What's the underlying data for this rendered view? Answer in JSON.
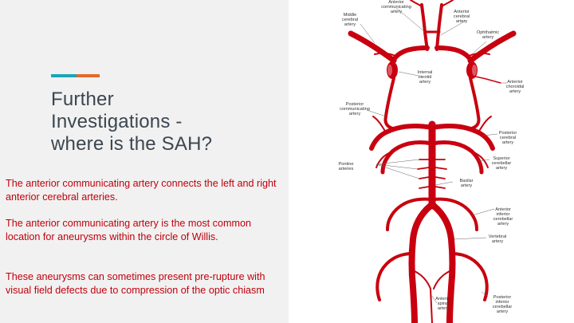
{
  "slide": {
    "title_lines": [
      "Further",
      "Investigations -",
      "where is the SAH?"
    ],
    "paragraphs": [
      "The anterior communicating artery connects the left and right anterior cerebral arteries.",
      "The anterior communicating artery is the most common location for aneurysms within the circle of Willis.",
      "These aneurysms can sometimes present pre-rupture with visual field defects due to compression of the optic chiasm"
    ],
    "accent_colors": [
      "#1aa6b7",
      "#e46a2a"
    ],
    "text_color": "#c0000c",
    "title_color": "#3b4650"
  },
  "diagram": {
    "vessel_color": "#c8000f",
    "labels": {
      "acomm": [
        "Anterior",
        "communicating",
        "artery"
      ],
      "mca": [
        "Middle",
        "cerebral",
        "artery"
      ],
      "aca": [
        "Anterior",
        "cerebral",
        "artery"
      ],
      "ophthalmic": [
        "Ophthalmic",
        "artery"
      ],
      "ica": [
        "Internal",
        "carotid",
        "artery"
      ],
      "ant_choroidal": [
        "Anterior",
        "choroidal",
        "artery"
      ],
      "pcomm": [
        "Posterior",
        "communicating",
        "artery"
      ],
      "pca": [
        "Posterior",
        "cerebral",
        "artery"
      ],
      "pontine": [
        "Pontine",
        "arteries"
      ],
      "sca": [
        "Superior",
        "cerebellar",
        "artery"
      ],
      "basilar": [
        "Basilar",
        "artery"
      ],
      "aica": [
        "Anterior",
        "inferior",
        "cerebellar",
        "artery"
      ],
      "vertebral": [
        "Vertebral",
        "artery"
      ],
      "ant_spinal": [
        "Anterior",
        "spinal",
        "artery"
      ],
      "pica": [
        "Posterior",
        "inferior",
        "cerebellar",
        "artery"
      ]
    }
  }
}
